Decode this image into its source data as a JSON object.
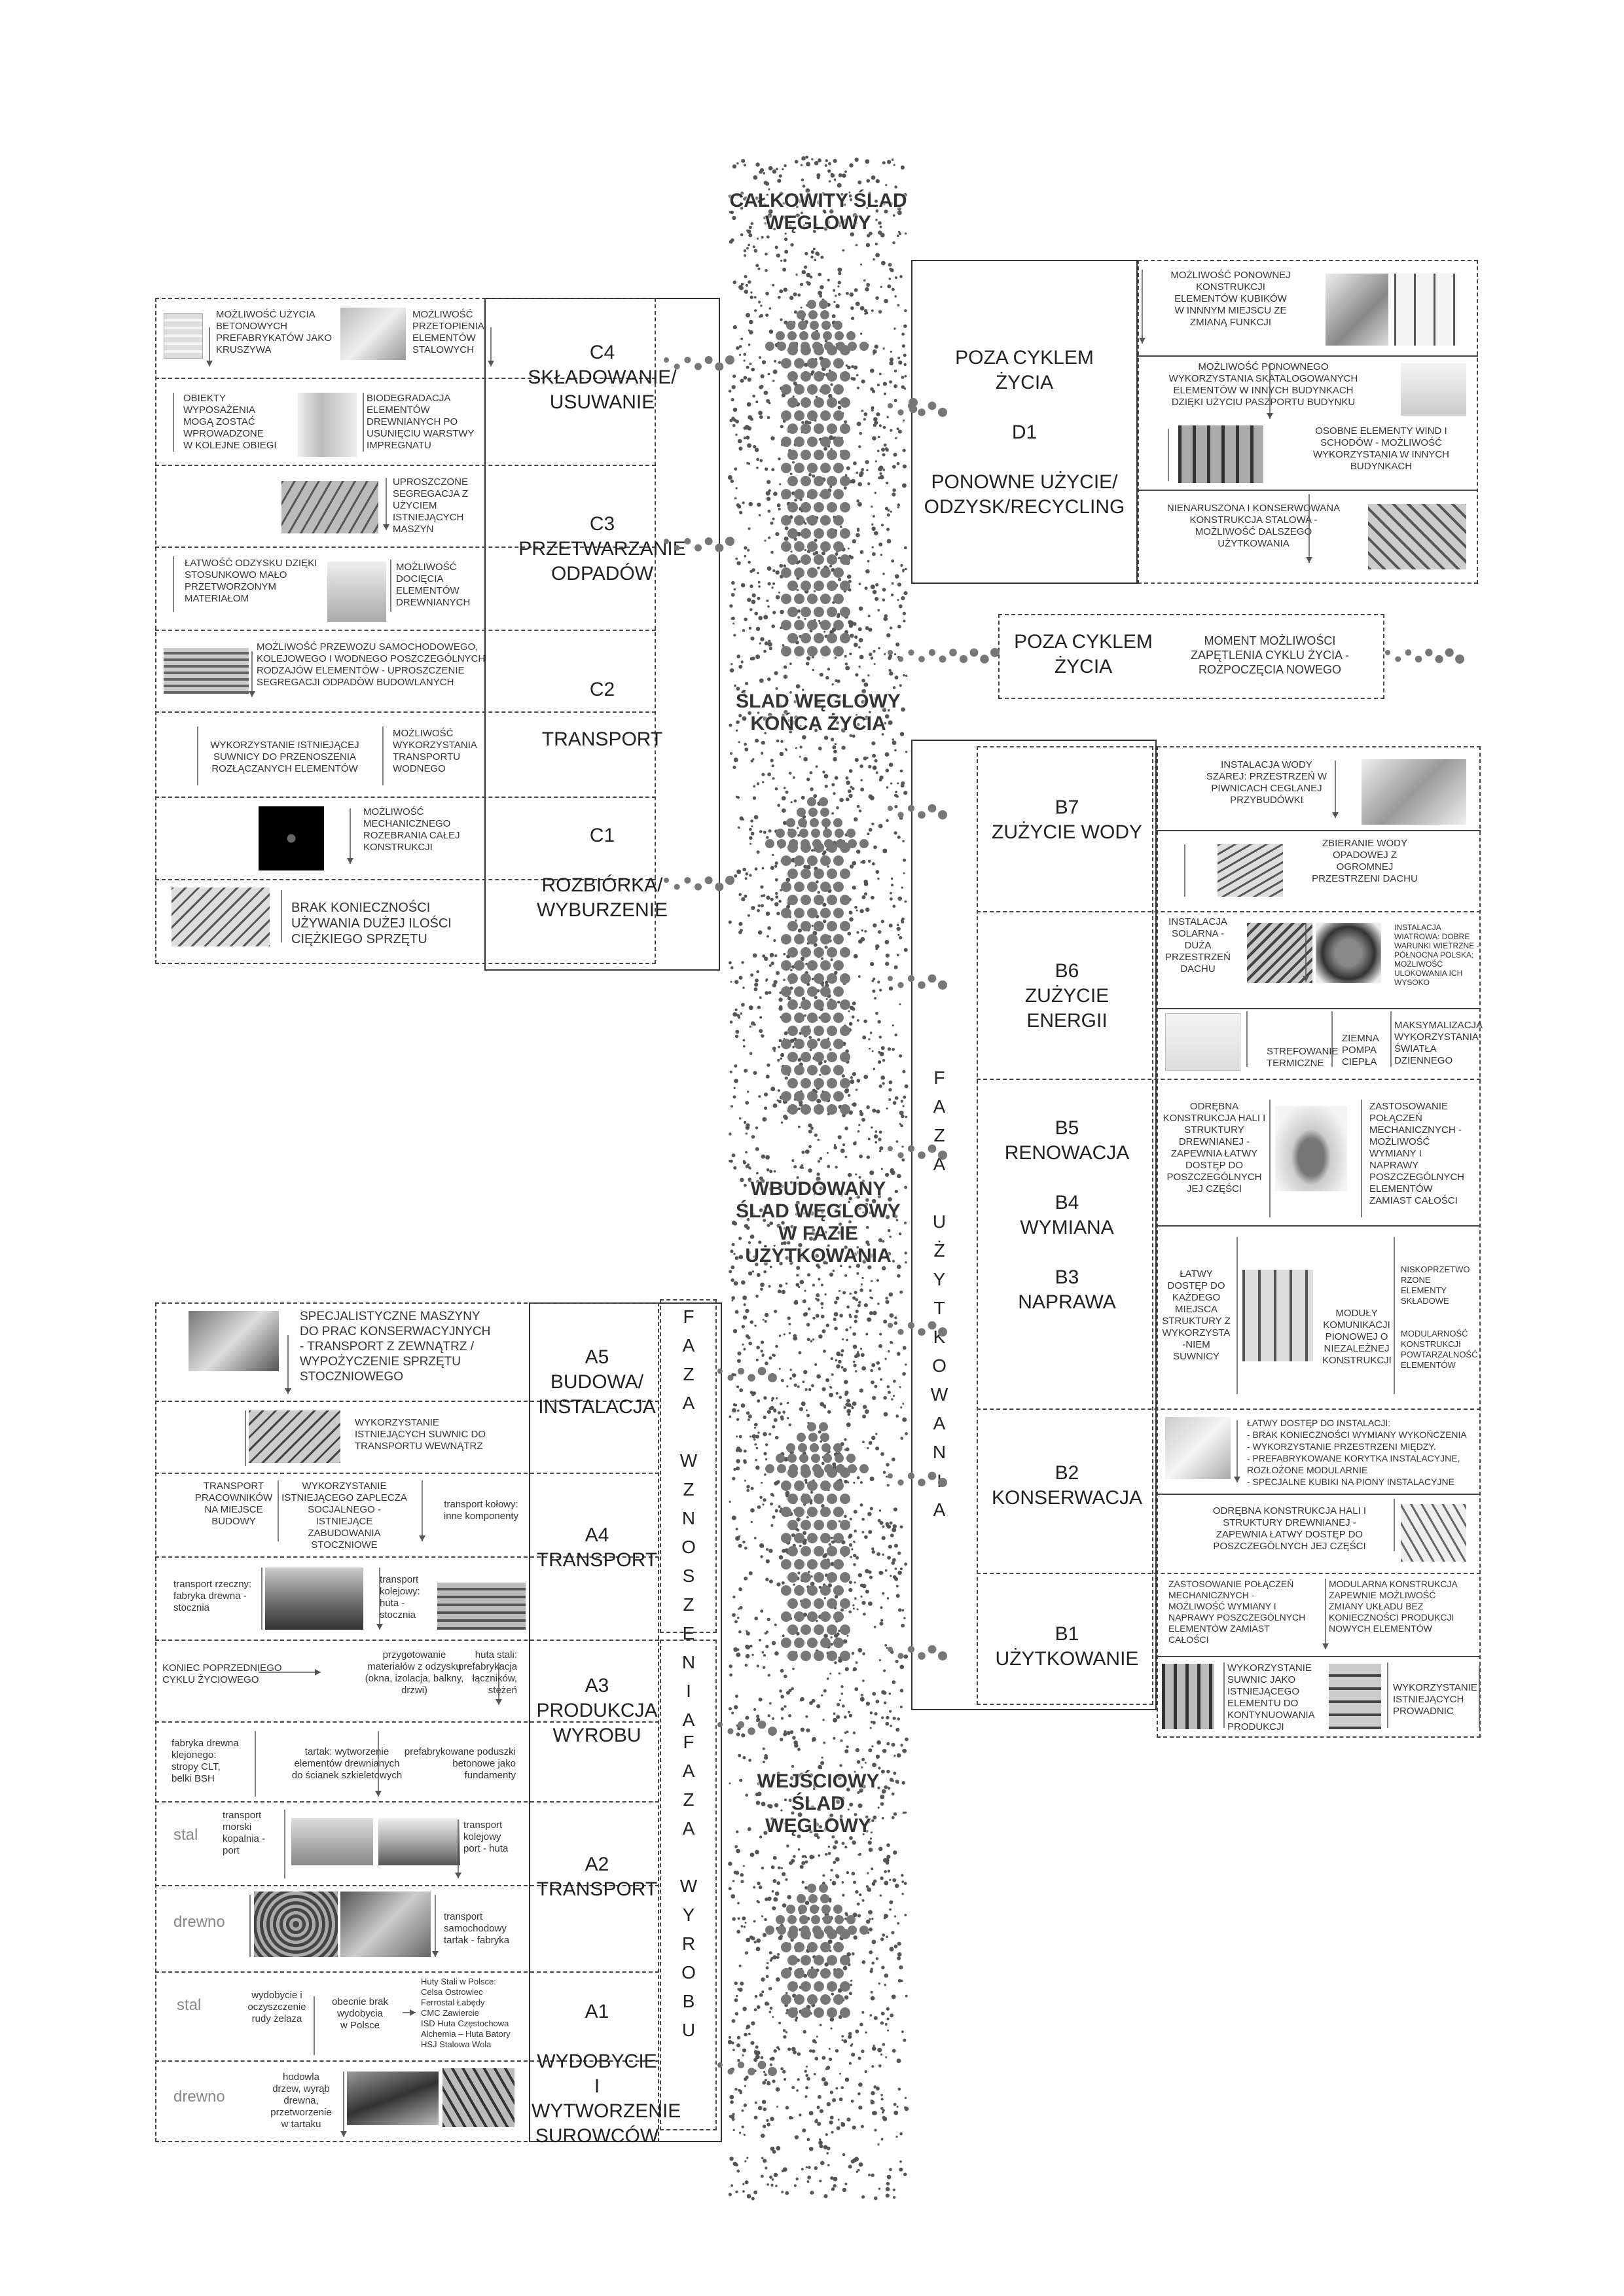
{
  "central": {
    "total": "CAŁKOWITY ŚLAD\nWĘGLOWY",
    "end_of_life": "ŚLAD WĘGLOWY\nKOŃCA ŻYCIA",
    "embodied_use": "WBUDOWANY\nŚLAD WĘGLOWY\nW FAZIE\nUŻYTKOWANIA",
    "input": "WEJŚCIOWY\nŚLAD\nWĘGLOWY"
  },
  "phases": {
    "construction": "F\nA\nZ\nA\n\nW\nZ\nN\nO\nS\nZ\nE\nN\nI\nA",
    "product": "F\nA\nZ\nA\n\nW\nY\nR\nO\nB\nU",
    "use": "F\nA\nZ\nA\n\nU\nŻ\nY\nT\nK\nO\nW\nA\nN\nI\nA"
  },
  "C": {
    "c4": "C4\nSKŁADOWANIE/\nUSUWANIE",
    "c3": "C3\nPRZETWARZANIE\nODPADÓW",
    "c2": "C2\n\nTRANSPORT",
    "c1": "C1\n\nROZBIÓRKA/\nWYBURZENIE",
    "c4_n1": "MOŻLIWOŚĆ UŻYCIA\nBETONOWYCH\nPREFABRYKATÓW JAKO\nKRUSZYWA",
    "c4_n2": "MOŻLIWOŚĆ\nPRZETOPIENIA\nELEMENTÓW\nSTALOWYCH",
    "c4_n3": "OBIEKTY\nWYPOSAŻENIA\nMOGĄ ZOSTAĆ\nWPROWADZONE\nW KOLEJNE OBIEGI",
    "c4_n4": "BIODEGRADACJA\nELEMENTÓW\nDREWNIANYCH PO\nUSUNIĘCIU WARSTWY\nIMPREGNATU",
    "c3_n1": "UPROSZCZONE\nSEGREGACJA Z\nUŻYCIEM\nISTNIEJĄCYCH\nMASZYN",
    "c3_n2": "ŁATWOŚĆ ODZYSKU DZIĘKI\nSTOSUNKOWO MAŁO\nPRZETWORZONYM\nMATERIAŁOM",
    "c3_n3": "MOŻLIWOŚĆ\nDOCIĘCIA\nELEMENTÓW\nDREWNIANYCH",
    "c2_n1": "MOŻLIWOŚĆ PRZEWOZU SAMOCHODOWEGO,\nKOLEJOWEGO I WODNEGO POSZCZEGÓLNYCH\nRODZAJÓW ELEMENTÓW - UPROSZCZENIE\nSEGREGACJI ODPADÓW BUDOWLANYCH",
    "c2_n2": "WYKORZYSTANIE ISTNIEJĄCEJ\nSUWNICY DO PRZENOSZENIA\nROZŁĄCZANYCH ELEMENTÓW",
    "c2_n3": "MOŻLIWOŚĆ\nWYKORZYSTANIA\nTRANSPORTU\nWODNEGO",
    "c1_n1": "MOŻLIWOŚĆ\nMECHANICZNEGO\nROZEBRANIA CAŁEJ\nKONSTRUKCJI",
    "c1_n2": "BRAK KONIECZNOŚCI\nUŻYWANIA DUŻEJ ILOŚCI\nCIĘŻKIEGO SPRZĘTU"
  },
  "D": {
    "title": "POZA CYKLEM\nŻYCIA\n\nD1\n\nPONOWNE UŻYCIE/\nODZYSK/RECYCLING",
    "n1": "MOŻLIWOŚĆ PONOWNEJ\nKONSTRUKCJI\nELEMENTÓW KUBIKÓW\nW INNNYM MIEJSCU ZE\nZMIANĄ FUNKCJI",
    "n2": "MOŻLIWOŚĆ PONOWNEGO\nWYKORZYSTANIA SKATALOGOWANYCH\nELEMENTÓW W INNYCH BUDYNKACH\nDZIĘKI UŻYCIU PASZPORTU BUDYNKU",
    "n3": "OSOBNE ELEMENTY WIND I\nSCHODÓW - MOŻLIWOŚĆ\nWYKORZYSTANIA W INNYCH\nBUDYNKACH",
    "n4": "NIENARUSZONA I KONSERWOWANA\nKONSTRUKCJA STALOWA -\nMOŻLIWOŚĆ DALSZEGO\nUŻYTKOWANIA",
    "loop_title": "POZA CYKLEM\nŻYCIA",
    "loop_note": "MOMENT MOŻLIWOŚCI\nZAPĘTLENIA CYKLU ŻYCIA -\nROZPOCZĘCIA NOWEGO"
  },
  "B": {
    "b7": "B7\nZUŻYCIE WODY",
    "b6": "B6\nZUŻYCIE ENERGII",
    "b5": "B5\nRENOWACJA\n\nB4\nWYMIANA\n\nB3\nNAPRAWA",
    "b2": "B2\nKONSERWACJA",
    "b1": "B1\nUŻYTKOWANIE",
    "b7_n1": "INSTALACJA WODY\nSZAREJ: PRZESTRZEŃ W\nPIWNICACH CEGLANEJ\nPRZYBUDÓWKI",
    "b7_n2": "ZBIERANIE WODY\nOPADOWEJ Z\nOGROMNEJ\nPRZESTRZENI DACHU",
    "b6_n1": "INSTALACJA\nSOLARNA -\nDUŻA\nPRZESTRZEŃ\nDACHU",
    "b6_n2": "INSTALACJA\nWIATROWA: DOBRE\nWARUNKI WIETRZNE -\nPÓŁNOCNA POLSKA;\nMOŻLIWOŚĆ\nULOKOWANIA ICH\nWYSOKO",
    "b6_n3": "STREFOWANIE\nTERMICZNE",
    "b6_n4": "ZIEMNA\nPOMPA\nCIEPŁA",
    "b6_n5": "MAKSYMALIZACJA\nWYKORZYSTANIA\nŚWIATŁA\nDZIENNEGO",
    "b5_n1": "ODRĘBNA\nKONSTRUKCJA HALI I\nSTRUKTURY\nDREWNIANEJ -\nZAPEWNIA ŁATWY\nDOSTĘP DO\nPOSZCZEGÓLNYCH\nJEJ CZĘŚCI",
    "b5_n2": "ZASTOSOWANIE\nPOŁĄCZEŃ\nMECHANICZNYCH -\nMOŻLIWOŚĆ\nWYMIANY I\nNAPRAWY\nPOSZCZEGÓLNYCH\nELEMENTÓW\nZAMIAST CAŁOŚCI",
    "b3_n1": "ŁATWY\nDOSTĘP DO\nKAŻDEGO\nMIEJSCA\nSTRUKTURY Z\nWYKORZYSTA\n-NIEM\nSUWNICY",
    "b3_n2": "MODUŁY\nKOMUNIKACJI\nPIONOWEJ O\nNIEZALEŻNEJ\nKONSTRUKCJI",
    "b3_n3": "NISKOPRZETWO\nRZONE\nELEMENTY\nSKŁADOWE",
    "b3_n4": "MODULARNOŚĆ\nKONSTRUKCJI\nPOWTARZALNOŚĆ\nELEMENTÓW",
    "b2_n1": "ŁATWY DOSTĘP DO INSTALACJI:\n- BRAK KONIECZNOŚCI WYMIANY WYKOŃCZENIA\n- WYKORZYSTANIE PRZESTRZENI MIĘDZY.\n- PREFABRYKOWANE KORYTKA INSTALACYJNE,\n  ROZŁOŻONE MODULARNIE\n- SPECJALNE KUBIKI NA PIONY INSTALACYJNE",
    "b2_n2": "ODRĘBNA KONSTRUKCJA HALI I\nSTRUKTURY DREWNIANEJ -\nZAPEWNIA ŁATWY DOSTĘP DO\nPOSZCZEGÓLNYCH JEJ CZĘŚCI",
    "b1_n1": "ZASTOSOWANIE POŁĄCZEŃ\nMECHANICZNYCH -\nMOŻLIWOŚĆ WYMIANY I\nNAPRAWY POSZCZEGÓLNYCH\nELEMENTÓW ZAMIAST\nCAŁOŚCI",
    "b1_n2": "MODULARNA KONSTRUKCJA\nZAPEWNIE MOŻLIWOŚĆ\nZMIANY UKŁADU BEZ\nKONIECZNOŚCI PRODUKCJI\nNOWYCH ELEMENTÓW",
    "b1_n3": "WYKORZYSTANIE\nSUWNIC JAKO\nISTNIEJĄCEGO\nELEMENTU DO\nKONTYNUOWANIA\nPRODUKCJI",
    "b1_n4": "WYKORZYSTANIE\nISTNIEJĄCYCH\nPROWADNIC"
  },
  "A": {
    "a5": "A5\nBUDOWA/\nINSTALACJA",
    "a4": "A4\nTRANSPORT",
    "a3": "A3\nPRODUKCJA\nWYROBU",
    "a2": "A2\nTRANSPORT",
    "a1": "A1\n\nWYDOBYCIE I\nWYTWORZENIE\nSUROWCÓW",
    "a5_n1": "SPECJALISTYCZNE MASZYNY\nDO PRAC KONSERWACYJNYCH\n- TRANSPORT Z ZEWNĄTRZ /\nWYPOŻYCZENIE SPRZĘTU\nSTOCZNIOWEGO",
    "a5_n2": "WYKORZYSTANIE\nISTNIEJĄCYCH SUWNIC DO\nTRANSPORTU WEWNĄTRZ",
    "a4_n1": "TRANSPORT\nPRACOWNIKÓW\nNA MIEJSCE\nBUDOWY",
    "a4_n2": "WYKORZYSTANIE\nISTNIEJĄCEGO ZAPLECZA\nSOCJALNEGO - ISTNIEJĄCE\nZABUDOWANIA\nSTOCZNIOWE",
    "a4_n3": "transport kołowy:\ninne komponenty",
    "a4_n4": "transport rzeczny:\nfabryka drewna -\nstocznia",
    "a4_n5": "transport\nkolejowy:\nhuta -\nstocznia",
    "a3_n1": "KONIEC POPRZEDNIEGO\nCYKLU ŻYCIOWEGO",
    "a3_n2": "przygotowanie\nmateriałów z odzysku\n(okna, izolacja, balkny,\ndrzwi)",
    "a3_n3": "huta stali:\nprefabrykacja\nłączników,\nstężeń",
    "a3_n4": "fabryka drewna\nklejonego:\nstropy CLT,\nbelki BSH",
    "a3_n5": "tartak: wytworzenie\nelementów drewnianych\ndo ścianek szkieletowych",
    "a3_n6": "prefabrykowane poduszki\nbetonowe jako\nfundamenty",
    "a2_steel": "stal",
    "a2_wood": "drewno",
    "a2_n1": "transport\nmorski\nkopalnia -\nport",
    "a2_n2": "transport\nkolejowy\nport - huta",
    "a2_n3": "transport\nsamochodowy\ntartak - fabryka",
    "a1_steel": "stal",
    "a1_wood": "drewno",
    "a1_n1": "wydobycie i\noczyszczenie\nrudy żelaza",
    "a1_n2": "obecnie brak\nwydobycia\nw Polsce",
    "a1_n3": "Huty Stali w Polsce:\nCelsa Ostrowiec\nFerrostal Łabędy\nCMC Zawiercie\nISD Huta Częstochowa\nAlchemia – Huta Batory\nHSJ Stalowa Wola",
    "a1_n4": "hodowla\ndrzew, wyrąb\ndrewna,\nprzetworzenie\nw tartaku"
  }
}
